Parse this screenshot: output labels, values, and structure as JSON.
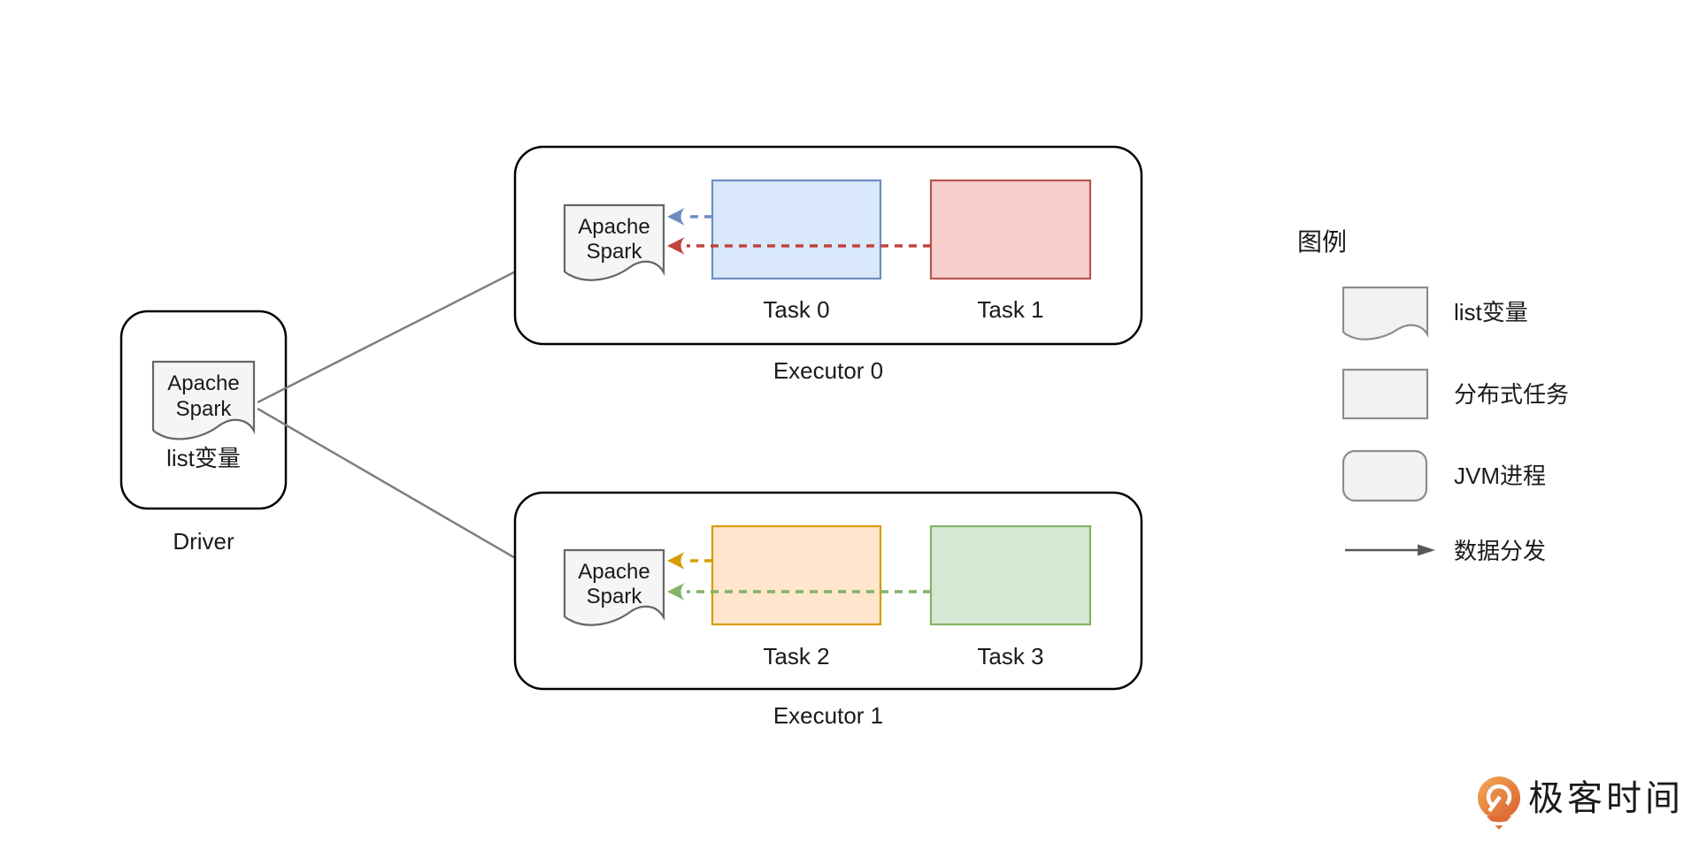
{
  "palette": {
    "box_border": "#000000",
    "doc_fill": "#f5f5f5",
    "doc_border": "#666666",
    "gray_arrow": "#7f7f7f",
    "task0_fill": "#dae8fc",
    "task0_border": "#6c8ebf",
    "task1_fill": "#f8cecc",
    "task1_border": "#b85450",
    "task2_fill": "#ffe6cc",
    "task2_border": "#d79b00",
    "task3_fill": "#d5e8d4",
    "task3_border": "#82b366",
    "arrow_blue": "#6c8ebf",
    "arrow_red": "#c0443c",
    "arrow_orange": "#d79b00",
    "arrow_green": "#82b366",
    "legend_shape_fill": "#f2f2f2",
    "legend_shape_border": "#8c8c8c",
    "legend_arrow": "#595959",
    "logo_orange": "#e8813f",
    "logo_orange_dark": "#dd6b35",
    "logo_text_color": "#8e8e8e"
  },
  "driver": {
    "label": "Driver",
    "doc_line1": "Apache",
    "doc_line2": "Spark",
    "caption": "list变量"
  },
  "executor0": {
    "label": "Executor 0",
    "doc_line1": "Apache",
    "doc_line2": "Spark",
    "task_a": "Task 0",
    "task_b": "Task 1"
  },
  "executor1": {
    "label": "Executor 1",
    "doc_line1": "Apache",
    "doc_line2": "Spark",
    "task_a": "Task 2",
    "task_b": "Task 3"
  },
  "legend": {
    "title": "图例",
    "item_doc": "list变量",
    "item_rect": "分布式任务",
    "item_rounded": "JVM进程",
    "item_arrow": "数据分发"
  },
  "logo": {
    "text": "极客时间"
  }
}
